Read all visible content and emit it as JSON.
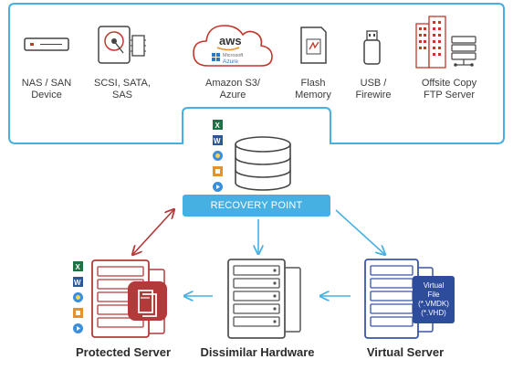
{
  "colors": {
    "accent_blue": "#47b0e3",
    "protected_red": "#b33a3a",
    "dissimilar_gray": "#555555",
    "virtual_blue": "#3b55a7"
  },
  "storage_targets": [
    {
      "label": "NAS / SAN\nDevice",
      "icon": "nas-device-icon"
    },
    {
      "label": "SCSI, SATA,\nSAS",
      "icon": "hard-drive-icon"
    },
    {
      "label": "Amazon S3/\nAzure",
      "icon": "cloud-icon"
    },
    {
      "label": "Flash\nMemory",
      "icon": "flash-card-icon"
    },
    {
      "label": "USB /\nFirewire",
      "icon": "usb-icon"
    },
    {
      "label": "Offsite Copy\nFTP Server",
      "icon": "offsite-ftp-icon"
    }
  ],
  "cloud_logos": {
    "aws": "aws",
    "microsoft": "Microsoft",
    "azure": "Azure"
  },
  "recovery_point": {
    "label": "RECOVERY POINT"
  },
  "servers": {
    "protected": {
      "label": "Protected Server"
    },
    "dissimilar": {
      "label": "Dissimilar Hardware"
    },
    "virtual": {
      "label": "Virtual Server",
      "file_label": "Virtual\nFile\n(*.VMDK)\n(*.VHD)"
    }
  },
  "app_icons": [
    "excel-icon",
    "word-icon",
    "browser-icon",
    "office-icon",
    "media-icon"
  ],
  "app_icon_letters": {
    "excel": "X",
    "word": "W"
  }
}
